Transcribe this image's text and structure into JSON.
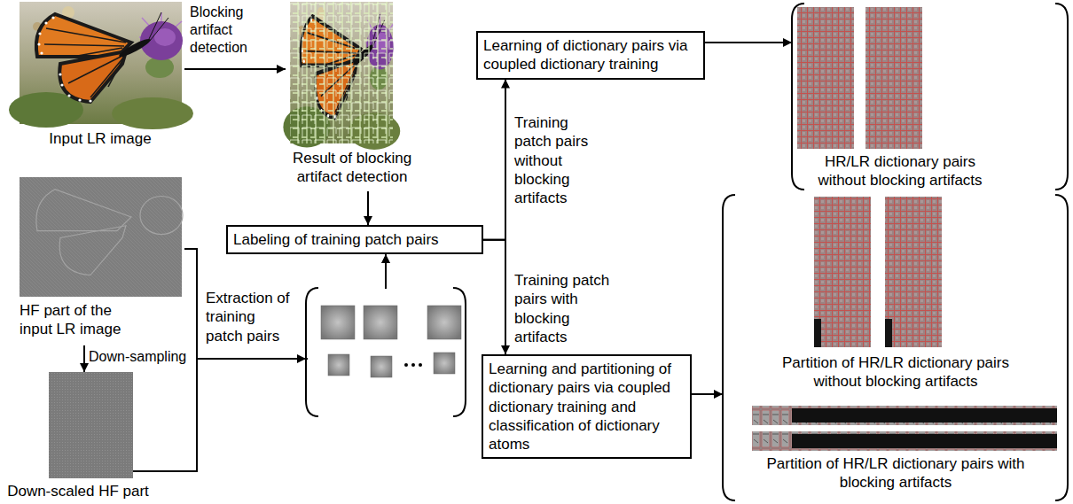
{
  "diagram": {
    "nodes": [
      {
        "text": [
          "Input LR image"
        ]
      },
      {
        "text": [
          "Result of blocking artifact detection"
        ]
      },
      {
        "text": [
          "Learning of dictionary pairs via coupled dictionary training"
        ]
      },
      {
        "text": [
          "HR/LR dictionary pairs without blocking artifacts"
        ]
      },
      {
        "text": [
          "HF part of the input LR image"
        ]
      },
      {
        "text": [
          "Labeling of training patch pairs"
        ]
      },
      {
        "text": [
          "Down-scaled HF part"
        ]
      },
      {
        "text": [
          "Learning and partitioning of dictionary pairs via coupled dictionary training and classification of dictionary atoms"
        ]
      },
      {
        "text": [
          "Partition of HR/LR dictionary pairs without blocking artifacts",
          "Partition of HR/LR dictionary pairs with blocking artifacts"
        ]
      }
    ],
    "edges": [
      {
        "from": 0,
        "to": 1,
        "label": "Blocking artifact detection",
        "arrow": "to"
      },
      {
        "from": 1,
        "to": 5,
        "arrow": "to"
      },
      {
        "from": 4,
        "to": 6,
        "label": "Down-sampling",
        "arrow": "to"
      },
      {
        "from": 4,
        "to": 5,
        "label": "Extraction of training patch pairs",
        "arrow": "to"
      },
      {
        "from": 6,
        "to": 5,
        "arrow": "to"
      },
      {
        "from": 5,
        "to": 2,
        "label": "Training patch pairs without blocking artifacts",
        "arrow": "to"
      },
      {
        "from": 5,
        "to": 7,
        "label": "Training patch pairs with blocking artifacts",
        "arrow": "to"
      },
      {
        "from": 2,
        "to": 3,
        "arrow": "to"
      },
      {
        "from": 7,
        "to": 8,
        "arrow": "to"
      }
    ]
  }
}
